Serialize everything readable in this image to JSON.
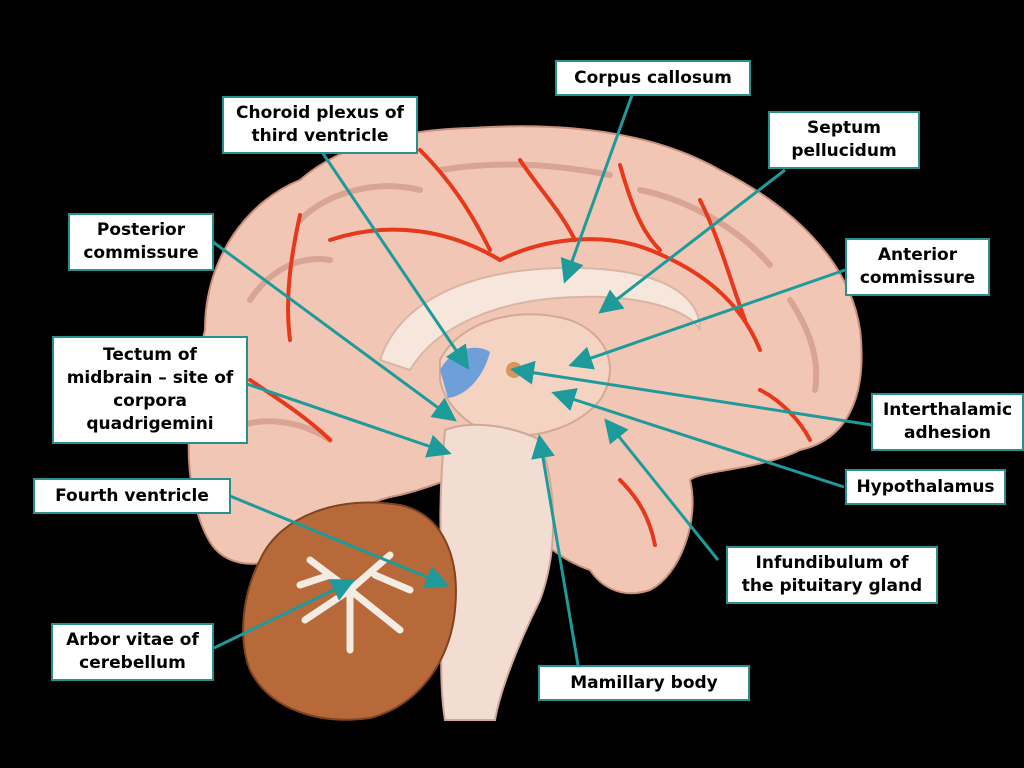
{
  "labels": {
    "corpus_callosum": [
      "Corpus callosum"
    ],
    "choroid_plexus": [
      "Choroid plexus of",
      "third ventricle"
    ],
    "septum_pellucidum": [
      "Septum",
      "pellucidum"
    ],
    "posterior_commissure": [
      "Posterior",
      "commissure"
    ],
    "anterior_commissure": [
      "Anterior",
      "commissure"
    ],
    "tectum": [
      "Tectum of",
      "midbrain – site of",
      "corpora",
      "quadrigemini"
    ],
    "interthalamic_adhesion": [
      "Interthalamic",
      "adhesion"
    ],
    "fourth_ventricle": [
      "Fourth ventricle"
    ],
    "hypothalamus": [
      "Hypothalamus"
    ],
    "infundibulum": [
      "Infundibulum of",
      "the pituitary gland"
    ],
    "arbor_vitae": [
      "Arbor vitae of",
      "cerebellum"
    ],
    "mamillary_body": [
      "Mamillary body"
    ]
  },
  "colors": {
    "background": "#000000",
    "leader_line": "#1f9a9a",
    "label_border": "#2a8f8f",
    "brain_tissue": "#f2c6b4",
    "artery": "#e8381c",
    "cerebellum": "#b8693a",
    "ventricle": "#6f9fd8"
  }
}
